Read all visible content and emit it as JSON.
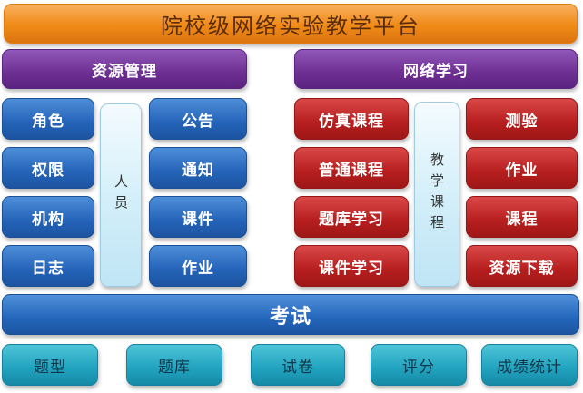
{
  "title": "院校级网络实验教学平台",
  "left": {
    "header": "资源管理",
    "column_left": [
      "角色",
      "权限",
      "机构",
      "日志"
    ],
    "center_label": "人员",
    "column_right": [
      "公告",
      "通知",
      "课件",
      "作业"
    ]
  },
  "right": {
    "header": "网络学习",
    "column_left": [
      "仿真课程",
      "普通课程",
      "题库学习",
      "课件学习"
    ],
    "center_label": "教学课程",
    "column_right": [
      "测验",
      "作业",
      "课程",
      "资源下载"
    ]
  },
  "exam": {
    "label": "考试",
    "items": [
      "题型",
      "题库",
      "试卷",
      "评分",
      "成绩统计"
    ]
  },
  "colors": {
    "title": "#f08a16",
    "section": "#6e2f93",
    "blue": "#2463b8",
    "red": "#b71e1e",
    "light": "#d2eef9",
    "teal": "#20a2be"
  }
}
